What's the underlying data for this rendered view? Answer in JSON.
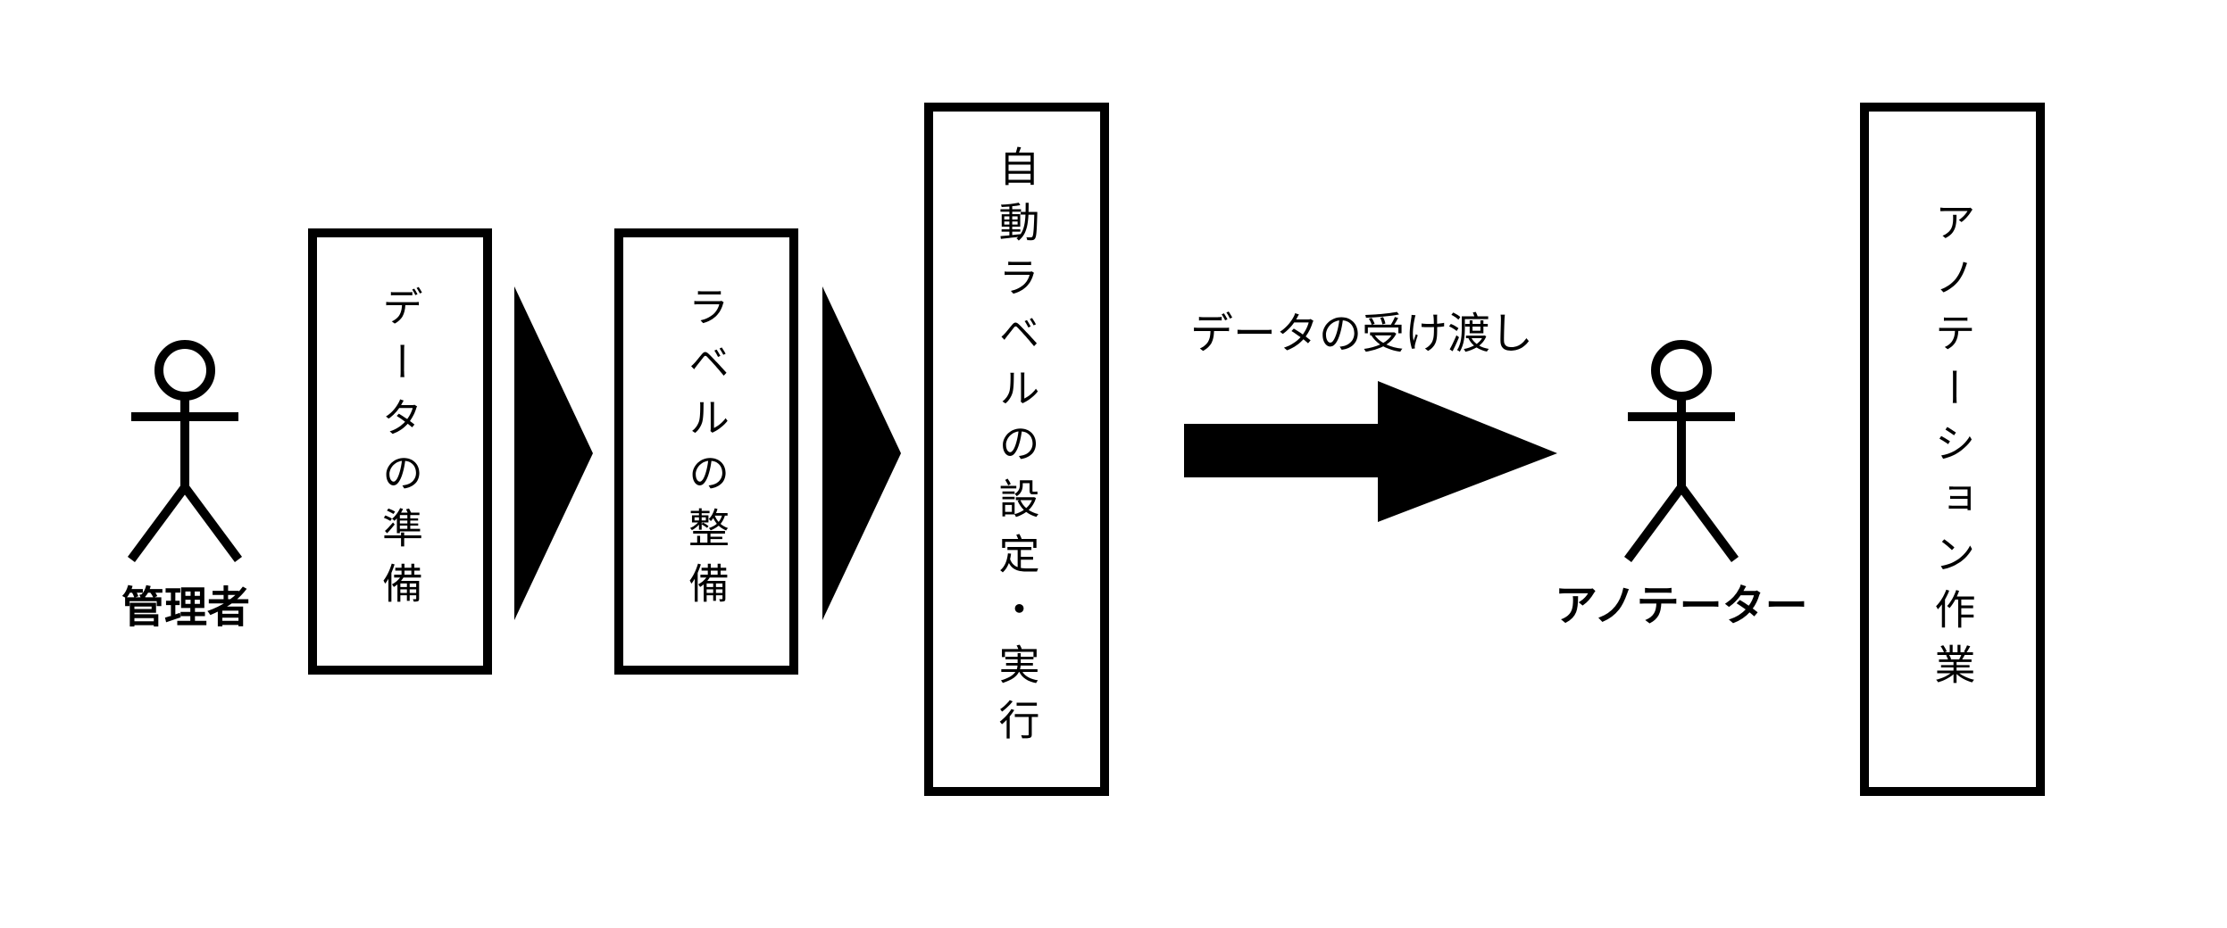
{
  "actors": {
    "admin": {
      "label": "管理者",
      "icon": "stick-figure-icon"
    },
    "annotator": {
      "label": "アノテーター",
      "icon": "stick-figure-icon"
    }
  },
  "steps": {
    "data_prep": "データの準備",
    "label_org": "ラベルの整備",
    "auto_label": "自動ラベルの設定・実行",
    "annotation_work": "アノテーション作業"
  },
  "edges": {
    "handoff_label": "データの受け渡し"
  },
  "colors": {
    "stroke": "#000000",
    "background": "#ffffff"
  }
}
